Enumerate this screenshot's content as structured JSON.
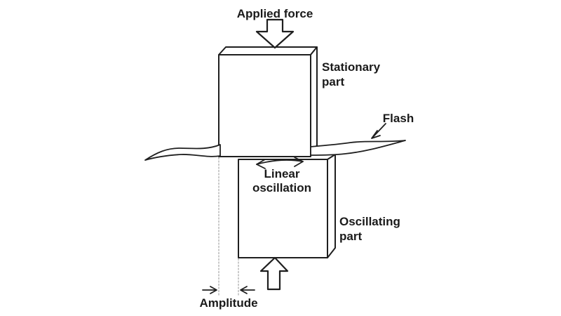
{
  "labels": {
    "applied_force": "Applied force",
    "stationary_part_line1": "Stationary",
    "stationary_part_line2": "part",
    "flash": "Flash",
    "linear_oscillation_line1": "Linear",
    "linear_oscillation_line2": "oscillation",
    "oscillating_part_line1": "Oscillating",
    "oscillating_part_line2": "part",
    "amplitude": "Amplitude"
  },
  "colors": {
    "line": "#1a1a1a",
    "background": "#ffffff",
    "guide_line": "#adadad"
  }
}
